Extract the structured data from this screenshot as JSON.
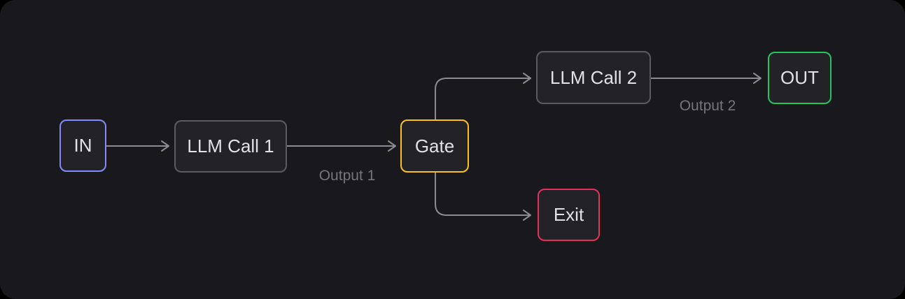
{
  "diagram": {
    "type": "workflow-flowchart",
    "nodes": {
      "in": {
        "label": "IN",
        "border_color": "#818cf8"
      },
      "llm_call_1": {
        "label": "LLM Call 1",
        "border_color": "#5a5a62"
      },
      "gate": {
        "label": "Gate",
        "border_color": "#fbbf24"
      },
      "llm_call_2": {
        "label": "LLM Call 2",
        "border_color": "#5a5a62"
      },
      "out": {
        "label": "OUT",
        "border_color": "#22c55e"
      },
      "exit": {
        "label": "Exit",
        "border_color": "#e5305c"
      }
    },
    "edge_labels": {
      "output_1": "Output 1",
      "output_2": "Output 2"
    },
    "edges": [
      {
        "from": "in",
        "to": "llm_call_1",
        "label": ""
      },
      {
        "from": "llm_call_1",
        "to": "gate",
        "label": "Output 1"
      },
      {
        "from": "gate",
        "to": "llm_call_2",
        "label": ""
      },
      {
        "from": "llm_call_2",
        "to": "out",
        "label": "Output 2"
      },
      {
        "from": "gate",
        "to": "exit",
        "label": ""
      }
    ],
    "colors": {
      "page_background": "#000000",
      "canvas_background": "#19191d",
      "node_background": "#232327",
      "node_text": "#e2e2e6",
      "edge_stroke": "#8b8b93",
      "edge_label_text": "#74747c"
    }
  }
}
